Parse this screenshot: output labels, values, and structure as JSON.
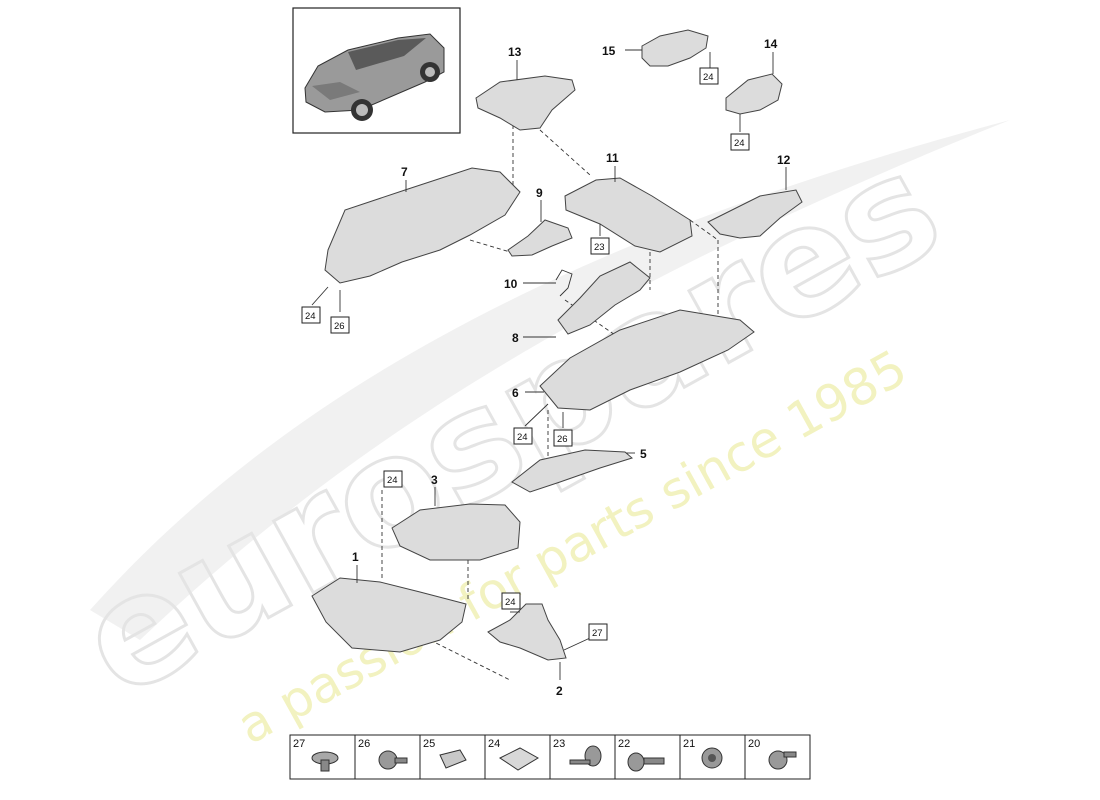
{
  "callouts": [
    "1",
    "2",
    "3",
    "5",
    "6",
    "7",
    "8",
    "9",
    "10",
    "11",
    "12",
    "13",
    "14",
    "15"
  ],
  "boxed_refs": [
    "24",
    "24",
    "24",
    "24",
    "24",
    "24",
    "23",
    "26",
    "26",
    "27"
  ],
  "fastener_strip": [
    "27",
    "26",
    "25",
    "24",
    "23",
    "22",
    "21",
    "20"
  ],
  "watermark": {
    "brand": "eurospares",
    "tagline": "a passion for parts since 1985"
  },
  "colors": {
    "part_fill": "#dcdcdc",
    "line": "#333333",
    "watermark_brand": "#e6e6e6",
    "watermark_tagline": "#f3f3c4"
  }
}
